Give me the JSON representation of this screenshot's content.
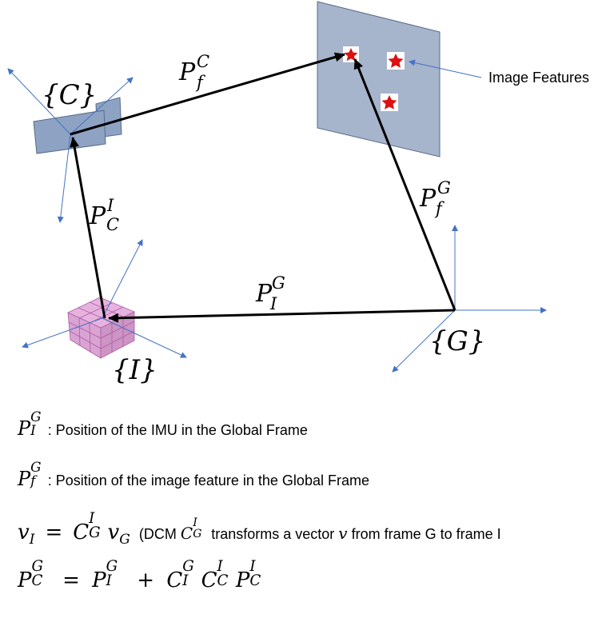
{
  "labels": {
    "camera_frame": "{C}",
    "imu_frame": "{I}",
    "global_frame": "{G}",
    "image_features": "Image Features"
  },
  "vectors": {
    "p_f_c": {
      "base": "P",
      "sub": "f",
      "sup": "C"
    },
    "p_c_i": {
      "base": "P",
      "sub": "C",
      "sup": "I"
    },
    "p_f_g": {
      "base": "P",
      "sub": "f",
      "sup": "G"
    },
    "p_i_g": {
      "base": "P",
      "sub": "I",
      "sup": "G"
    }
  },
  "legend": {
    "line1_text": ": Position of the IMU in the Global Frame",
    "line2_text": ": Position of the image feature in the Global Frame",
    "line3_dcm": "(DCM",
    "line3_text": "transforms a vector",
    "line3_end": "from frame G to frame I",
    "sym_P": "P",
    "sym_v": "v",
    "sym_C": "C",
    "sym_G": "G",
    "sym_I": "I",
    "sym_f": "f",
    "sym_eq": "=",
    "sym_plus": "+"
  },
  "colors": {
    "axis": "#4472c4",
    "arrow": "#000000",
    "plane_fill": "#a6b4cc",
    "plane_stroke": "#5a6b8a",
    "camera_fill": "#8ea3c3",
    "cube_fill": "#d9a4d2",
    "cube_stroke": "#b05aa5",
    "star": "#dd1111"
  },
  "icons": [
    "camera-icon",
    "imu-cube-icon",
    "feature-star-icon"
  ]
}
